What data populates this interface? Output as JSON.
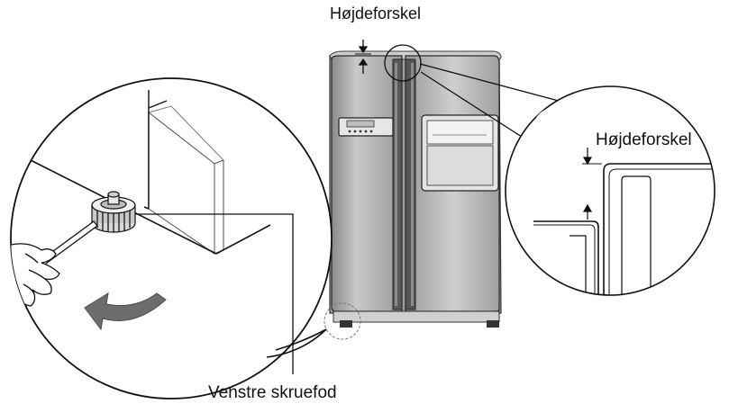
{
  "labels": {
    "height_difference_top": "Højdeforskel",
    "height_difference_detail": "Højdeforskel",
    "left_screw_foot": "Venstre skruefod"
  },
  "colors": {
    "fridge_body": "#a7a7a7",
    "fridge_dark": "#585858",
    "fridge_light": "#d4d4d4",
    "line": "#111111",
    "arrow": "#6d6d6d"
  },
  "icons": {
    "rotation_arrow": "curved-arrow-icon",
    "hand": "hand-icon",
    "screwdriver": "screwdriver-icon"
  }
}
